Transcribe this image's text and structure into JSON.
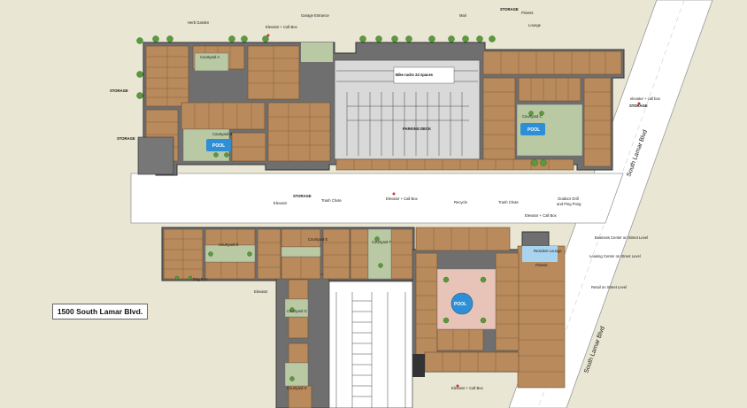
{
  "address": "1500 South Lamar Blvd.",
  "roads": {
    "upper": "South Lamar Blvd",
    "lower": "South Lamar Blvd"
  },
  "north_building": {
    "herb_garden": "Herb Garden",
    "courtyard_a": "Courtyard A",
    "courtyard_b": "Courtyard B",
    "courtyard_c": "Courtyard C",
    "pool_a": "POOL",
    "pool_b": "POOL",
    "elevator_call_top": "Elevator + Call Box",
    "garage_entrance": "Garage Entrance",
    "mail": "Mail",
    "fitness": "Fitness",
    "lounge": "Lounge",
    "storage_top": "STORAGE",
    "storage_right": "STORAGE",
    "storage_left": "STORAGE",
    "storage_bottom": "STORAGE",
    "storage_mid": "STORAGE",
    "bike_racks": "Bike racks 24 spaces",
    "parking_deck": "PARKING DECK",
    "elevator": "Elevator",
    "trash_chute_left": "Trash Chute",
    "elevator_call_mid": "Elevator + Call Box",
    "recycle": "Recycle",
    "trash_chute_right": "Trash Chute",
    "outdoor_grill": "Outdoor Grill",
    "ping_pong": "and Ping Pong",
    "elevator_call_right": "elevator + call box",
    "elevator_call_lower": "Elevator + Call Box"
  },
  "south_building": {
    "courtyard_d": "Courtyard D",
    "courtyard_e": "Courtyard E",
    "courtyard_f": "Courtyard F",
    "courtyard_g": "Courtyard G",
    "courtyard_h": "Courtyard H",
    "pool": "POOL",
    "dog_run": "Dog Run",
    "elevator": "Elevator",
    "resident_lounge": "Resident Lounge",
    "fitness": "Fitness",
    "business_center": "Business Center on Street Level",
    "leasing_center": "Leasing Center on Street Level",
    "retail": "Retail on Street Level",
    "elevator_call": "Elevator + Call Box"
  },
  "colors": {
    "background": "#e9e6d4",
    "unit": "#b88a5c",
    "road": "#ffffff",
    "parking": "#d9d9d9",
    "pool": "#2f8fd6",
    "courtyard": "#b9c9a4",
    "tree": "#5a9a3a",
    "wall": "#555555"
  }
}
